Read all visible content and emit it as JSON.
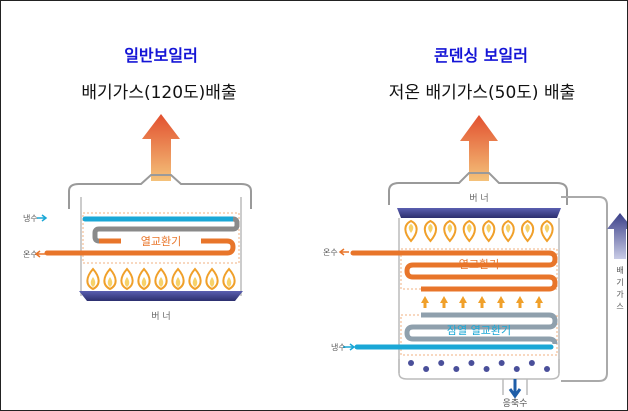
{
  "colors": {
    "title_blue": "#1414d6",
    "cold_pipe": "#1aa7d6",
    "hot_pipe": "#e8752a",
    "return_pipe": "#8a8a8a",
    "burner": "#3b3e8c",
    "flame": "#f0a02a",
    "exhaust": "#e5533a",
    "drain": "#1f5ea8"
  },
  "left": {
    "title": "일반보일러",
    "subtitle": "배기가스(120도)배출",
    "cold_label": "냉수",
    "hot_label": "온수",
    "exchanger_label": "열교환기",
    "burner_label": "버 너",
    "flame_count": 9
  },
  "right": {
    "title": "콘덴싱 보일러",
    "subtitle": "저온 배기가스(50도) 배출",
    "burner_label": "버 너",
    "hot_label": "온수",
    "exchanger_label": "열교환기",
    "latent_exchanger_label": "잠열 열교환기",
    "cold_label": "냉수",
    "drain_label": "응축수",
    "exhaust_side_label": "배\n기\n가\n스",
    "flame_count": 8,
    "heat_arrow_count": 7,
    "condensate_dot_count": 10
  }
}
